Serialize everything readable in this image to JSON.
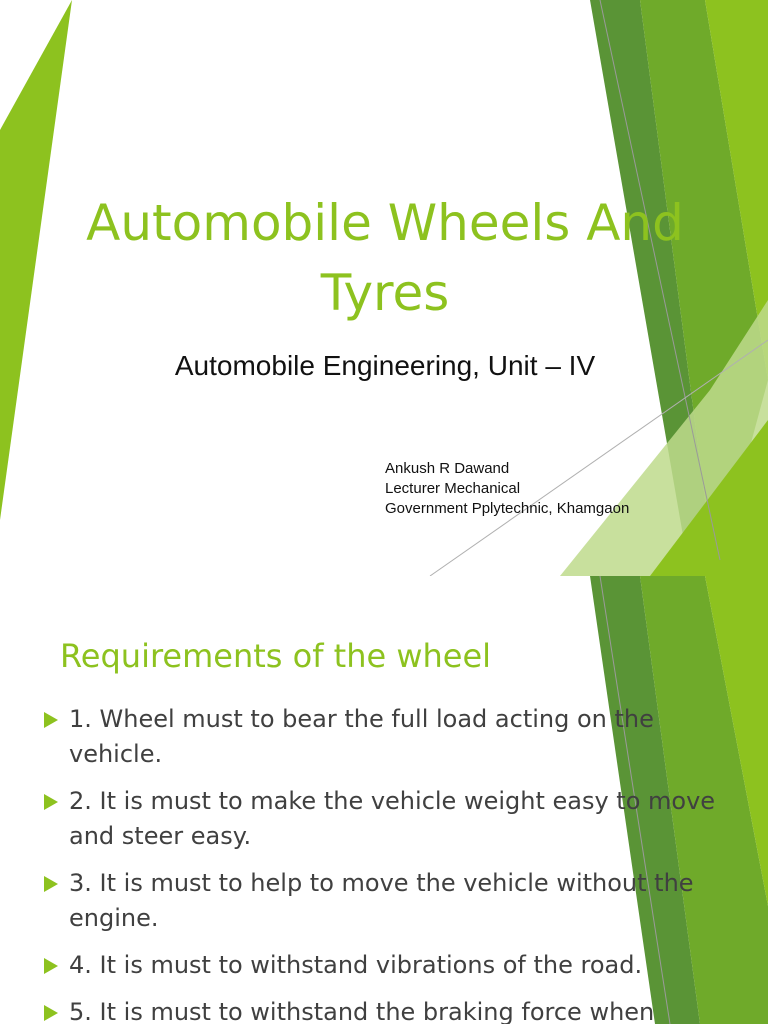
{
  "slide1": {
    "title": "Automobile Wheels And\nTyres",
    "subtitle": "Automobile Engineering, Unit – IV",
    "author": {
      "name": "Ankush R Dawand",
      "designation": "Lecturer Mechanical",
      "institution": "Government Pplytechnic, Khamgaon"
    }
  },
  "slide2": {
    "heading": "Requirements of the wheel",
    "bullets": [
      "1. Wheel must to bear the full load acting on the vehicle.",
      "2. It is must to make the vehicle weight easy to move and steer easy.",
      "3. It is must to help to move the vehicle without the engine.",
      "4. It is must to withstand vibrations of the road.",
      "5. It is must to withstand the braking force when"
    ]
  },
  "colors": {
    "accent": "#8dc21f",
    "dark_green": "#4e8a32",
    "mid_green": "#6faa2a",
    "light_green": "#bedb8c",
    "body_text": "#404040",
    "title_text": "#111111"
  }
}
